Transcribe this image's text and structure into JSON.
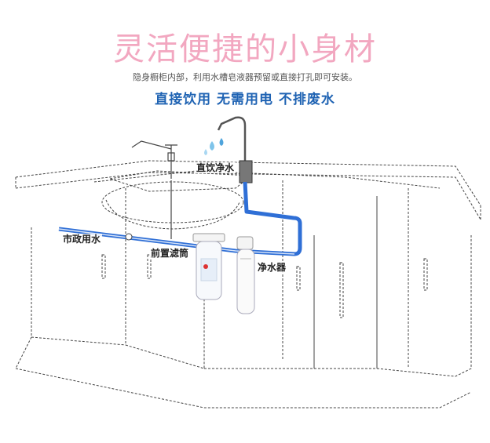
{
  "header": {
    "title": "灵活便捷的小身材",
    "subtitle": "隐身橱柜内部，利用水槽皂液器预留或直接打孔即可安装。",
    "tagline": "直接饮用 无需用电 不排废水"
  },
  "labels": {
    "faucet": "直饮净水",
    "municipal": "市政用水",
    "prefilter": "前置滤筒",
    "purifier": "净水器"
  },
  "colors": {
    "title": "#f2a7c0",
    "tagline": "#1f63b3",
    "pipe": "#2f6fd6",
    "line": "#444444"
  }
}
